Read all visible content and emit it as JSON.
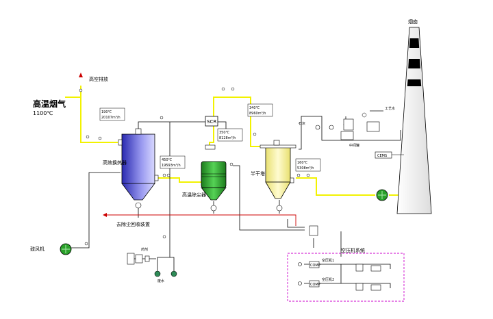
{
  "labels": {
    "flue_gas_name": "高温烟气",
    "flue_gas_temp": "1100℃",
    "vent": "高空排放",
    "heat_exchanger": "高效换热器",
    "hot_filter": "高温除尘器",
    "semi_dryer": "半干塔",
    "scr": "SCR",
    "dust_recovery": "去除尘回收装置",
    "fan": "鼓风机",
    "chimney": "烟囱",
    "cems": "CEMS",
    "compressor_system": "空压机系统",
    "agent": "药剂",
    "product_tank": "中间罐",
    "waste_water": "废水",
    "comp1": "COMP",
    "comp2": "COMP",
    "comp_small1": "空压机1",
    "comp_small2": "空压机2",
    "lime": "石灰",
    "water": "工艺水"
  },
  "tags": {
    "t1_temp": "190℃",
    "t1_flow": "20107m³/h",
    "t2_temp": "450℃",
    "t2_flow": "19593m³/h",
    "t3_temp": "350℃",
    "t3_flow": "8128m³/h",
    "t4_temp": "340℃",
    "t4_flow": "8960m³/h",
    "t5_temp": "160℃",
    "t5_flow": "5308m³/h"
  },
  "colors": {
    "flue_line": "#f2f200",
    "process_line": "#000000",
    "dust_line": "#cc0000",
    "exchanger_fill": "#5a5adc",
    "filter_fill": "#3fae3f",
    "dryer_fill": "#f5f09a",
    "compressor_box": "#cc00cc"
  }
}
